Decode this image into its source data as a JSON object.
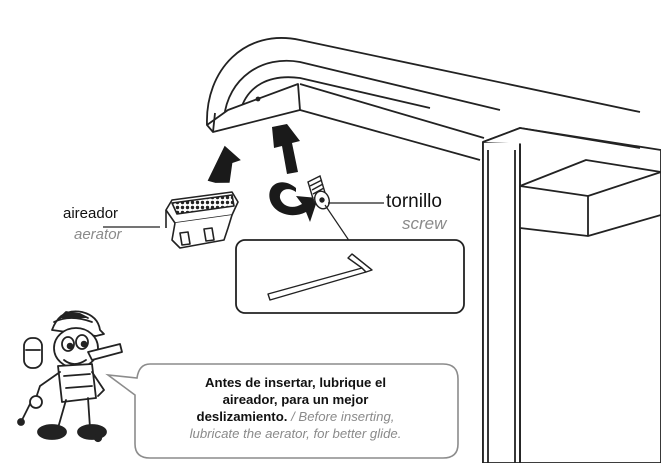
{
  "labels": {
    "aerator_es": "aireador",
    "aerator_en": "aerator",
    "screw_es": "tornillo",
    "screw_en": "screw"
  },
  "callout": {
    "line1": "Antes de insertar, lubrique el",
    "line2": "aireador, para un mejor",
    "line3_bold": "deslizamiento.",
    "line3_en": " / Before inserting,",
    "line4_en": "lubricate the aerator, for better glide."
  },
  "icons": [
    "aerator-part",
    "screw-part",
    "hex-key-icon",
    "rotate-arrow-icon",
    "up-arrow-icon",
    "mascot-plumber-icon"
  ],
  "colors": {
    "line": "#222222",
    "text": "#111111",
    "secondary_text": "#8a8a8a",
    "callout_border": "#8c8c8c"
  }
}
